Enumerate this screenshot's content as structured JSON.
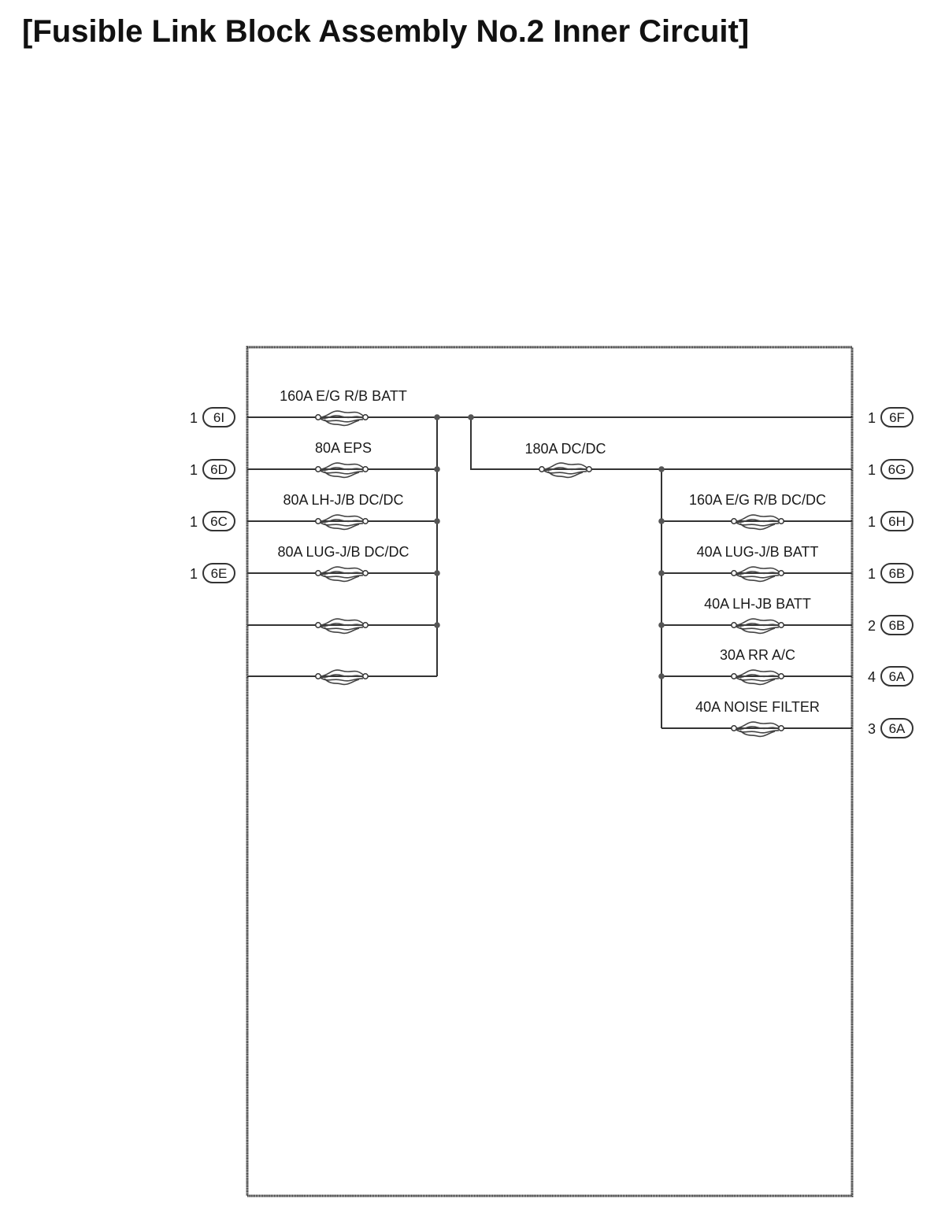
{
  "title": "[Fusible Link Block Assembly No.2 Inner Circuit]",
  "colors": {
    "line": "#333333",
    "background": "#ffffff"
  },
  "left_circuits": [
    {
      "fuse": "160A E/G R/B BATT",
      "pin": "1",
      "connector": "6I"
    },
    {
      "fuse": "80A EPS",
      "pin": "1",
      "connector": "6D"
    },
    {
      "fuse": "80A LH-J/B DC/DC",
      "pin": "1",
      "connector": "6C"
    },
    {
      "fuse": "80A LUG-J/B DC/DC",
      "pin": "1",
      "connector": "6E"
    },
    {
      "fuse": "",
      "pin": "",
      "connector": ""
    },
    {
      "fuse": "",
      "pin": "",
      "connector": ""
    }
  ],
  "main_link": {
    "fuse": "180A DC/DC"
  },
  "right_circuits": [
    {
      "fuse": "",
      "pin": "1",
      "connector": "6F"
    },
    {
      "fuse": "",
      "pin": "1",
      "connector": "6G"
    },
    {
      "fuse": "160A E/G R/B DC/DC",
      "pin": "1",
      "connector": "6H"
    },
    {
      "fuse": "40A LUG-J/B BATT",
      "pin": "1",
      "connector": "6B"
    },
    {
      "fuse": "40A LH-JB BATT",
      "pin": "2",
      "connector": "6B"
    },
    {
      "fuse": "30A RR A/C",
      "pin": "4",
      "connector": "6A"
    },
    {
      "fuse": "40A NOISE FILTER",
      "pin": "3",
      "connector": "6A"
    }
  ]
}
